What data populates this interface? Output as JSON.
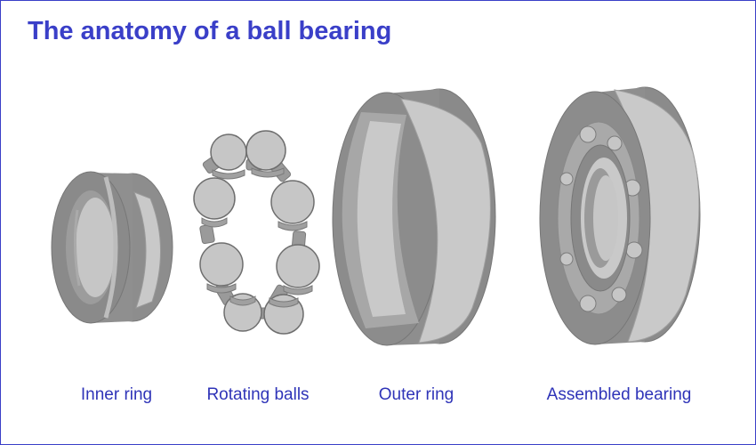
{
  "title": "The anatomy of a ball bearing",
  "components": [
    {
      "label": "Inner ring"
    },
    {
      "label": "Rotating balls"
    },
    {
      "label": "Outer ring"
    },
    {
      "label": "Assembled bearing"
    }
  ],
  "colors": {
    "accent": "#3a3fc8",
    "metal_light": "#c8c8c8",
    "metal_mid": "#9a9a9a",
    "metal_dark": "#808080",
    "outline": "#6e6e6e"
  }
}
